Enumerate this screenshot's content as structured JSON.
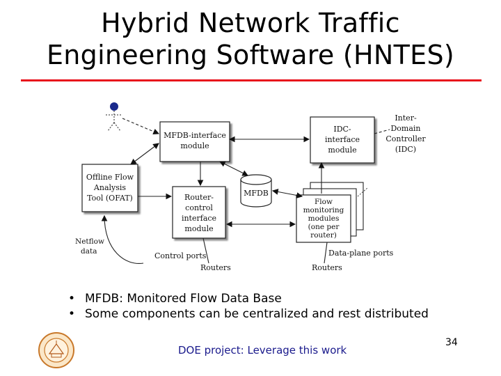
{
  "slide": {
    "title_line1": "Hybrid Network Traffic",
    "title_line2": "Engineering Software (HNTES)",
    "page_number": "34",
    "footer_note": "DOE project: Leverage this work",
    "bullet_glyph": "•",
    "bullets": [
      "MFDB: Monitored Flow Data Base",
      "Some components can be centralized and rest distributed"
    ]
  },
  "diagram": {
    "mfdb_interface": [
      "MFDB-interface",
      "module"
    ],
    "idc_interface": [
      "IDC-",
      "interface",
      "module"
    ],
    "idc_label": [
      "Inter-",
      "Domain",
      "Controller",
      "(IDC)"
    ],
    "ofat": [
      "Offline Flow",
      "Analysis",
      "Tool (OFAT)"
    ],
    "router_control": [
      "Router-",
      "control",
      "interface",
      "module"
    ],
    "mfdb": "MFDB",
    "flow_monitoring": [
      "Flow",
      "monitoring",
      "modules",
      "(one per",
      "router)"
    ],
    "netflow_data": [
      "Netflow",
      "data"
    ],
    "control_ports": "Control ports",
    "routers_left": "Routers",
    "data_plane_ports": "Data-plane ports",
    "routers_right": "Routers",
    "user_icon": "person-icon"
  },
  "colors": {
    "title_rule": "#e8101b",
    "footer_note": "#1a1a8c",
    "user_head": "#1a2a8c"
  }
}
